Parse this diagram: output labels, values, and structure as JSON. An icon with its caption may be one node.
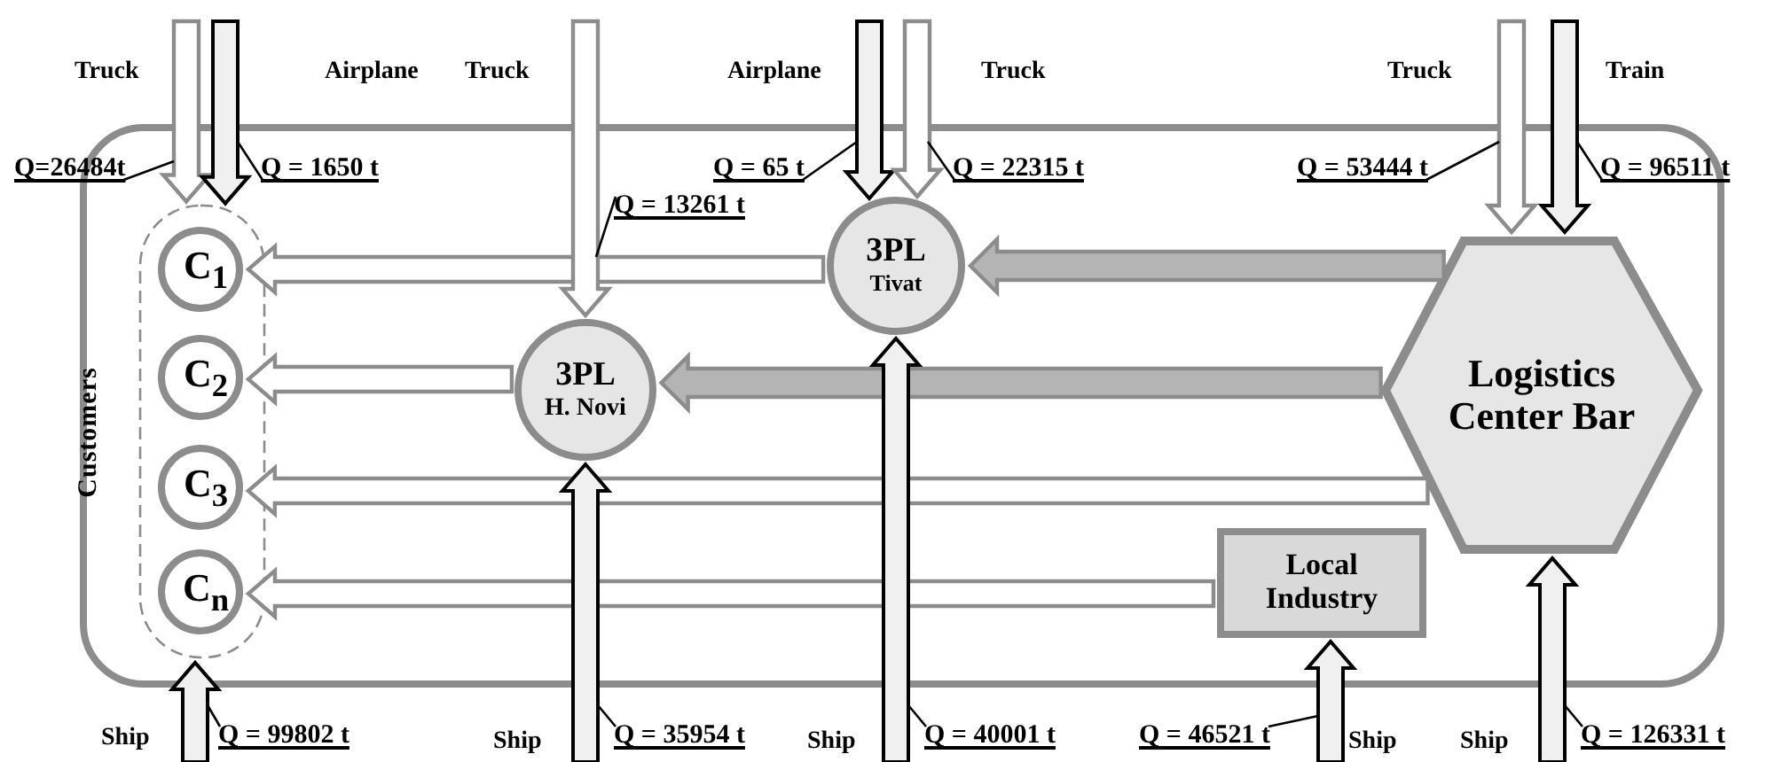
{
  "diagram": {
    "nodes": [
      {
        "text": [],
        "shape": "box"
      },
      {
        "text": [
          "Customers"
        ],
        "in": 0
      },
      {
        "text": [
          "C$_{1}$"
        ],
        "in": 1
      },
      {
        "text": [
          "C$_{2}$"
        ],
        "in": 1
      },
      {
        "text": [
          "C$_{3}$"
        ],
        "in": 1
      },
      {
        "text": [
          "C$_{n}$"
        ],
        "in": 1
      },
      {
        "text": [
          "3PL",
          "Tivat"
        ],
        "in": 0
      },
      {
        "text": [
          "3PL",
          "H. Novi"
        ],
        "in": 0
      },
      {
        "text": [
          "Logistics Center Bar"
        ],
        "in": 0
      },
      {
        "text": [
          "Local Industry"
        ],
        "in": 0
      },
      {
        "text": [
          "Q=26484t"
        ]
      },
      {
        "text": [
          "Q = 1650 t"
        ],
        "in": 0
      },
      {
        "text": [
          "Q = 65 t"
        ],
        "in": 0
      },
      {
        "text": [
          "Q = 22315 t"
        ],
        "in": 0
      },
      {
        "text": [
          "Q = 53444 t"
        ],
        "in": 0
      },
      {
        "text": [
          "Q = 96511 t"
        ]
      },
      {
        "text": [
          "Q = 13261 t"
        ],
        "in": 0
      },
      {
        "text": [
          "Q = 99802 t"
        ]
      },
      {
        "text": [
          "Q = 35954 t"
        ]
      },
      {
        "text": [
          "Q = 40001 t"
        ]
      },
      {
        "text": [
          "Q = 46521 t"
        ]
      },
      {
        "text": [
          "Q = 126331 t"
        ]
      }
    ],
    "edges": [
      {
        "from": null,
        "to": 1,
        "arrow": "to",
        "style": "thick"
      },
      {
        "from": null,
        "to": 1,
        "arrow": "to",
        "style": "thick",
        "color": "#000000"
      },
      {
        "from": null,
        "to": 7,
        "arrow": "to",
        "style": "thick"
      },
      {
        "from": null,
        "to": 6,
        "arrow": "to",
        "style": "thick",
        "color": "#000000"
      },
      {
        "from": null,
        "to": 6,
        "arrow": "to",
        "style": "thick"
      },
      {
        "from": null,
        "to": 8,
        "arrow": "to",
        "style": "thick"
      },
      {
        "from": null,
        "to": 8,
        "arrow": "to",
        "style": "thick",
        "color": "#000000"
      },
      {
        "from": null,
        "to": 1,
        "arrow": "to",
        "style": "thick",
        "color": "#000000"
      },
      {
        "from": null,
        "to": 7,
        "arrow": "to",
        "style": "thick",
        "color": "#000000"
      },
      {
        "from": null,
        "to": 6,
        "arrow": "to",
        "style": "thick",
        "color": "#000000"
      },
      {
        "from": null,
        "to": 9,
        "arrow": "to",
        "style": "thick",
        "color": "#000000"
      },
      {
        "from": null,
        "to": 8,
        "arrow": "to",
        "style": "thick",
        "color": "#000000"
      },
      {
        "from": 6,
        "to": 2,
        "arrow": "to",
        "style": "thick"
      },
      {
        "from": 7,
        "to": 3,
        "arrow": "to",
        "style": "thick"
      },
      {
        "from": 8,
        "to": 4,
        "arrow": "to",
        "style": "thick"
      },
      {
        "from": 9,
        "to": 5,
        "arrow": "to",
        "style": "thick"
      },
      {
        "from": 8,
        "to": 6,
        "arrow": "to",
        "style": "thick",
        "color": "#b4b4b4"
      },
      {
        "from": 8,
        "to": 7,
        "arrow": "to",
        "style": "thick",
        "color": "#b4b4b4"
      },
      {
        "from": 10,
        "to": null,
        "arrow": "none"
      },
      {
        "from": 11,
        "to": null,
        "arrow": "none"
      },
      {
        "from": 12,
        "to": null,
        "arrow": "none"
      },
      {
        "from": 13,
        "to": null,
        "arrow": "none"
      },
      {
        "from": 14,
        "to": null,
        "arrow": "none"
      },
      {
        "from": 15,
        "to": null,
        "arrow": "none"
      },
      {
        "from": 16,
        "to": null,
        "arrow": "none"
      },
      {
        "from": 17,
        "to": null,
        "arrow": "none"
      },
      {
        "from": 18,
        "to": null,
        "arrow": "none"
      },
      {
        "from": 19,
        "to": null,
        "arrow": "none"
      },
      {
        "from": 20,
        "to": null,
        "arrow": "none"
      },
      {
        "from": 21,
        "to": null,
        "arrow": "none"
      }
    ],
    "labels": [
      "Truck",
      "Airplane",
      "Truck",
      "Airplane",
      "Truck",
      "Truck",
      "Train",
      "Ship",
      "Ship",
      "Ship",
      "Ship",
      "Ship"
    ]
  }
}
